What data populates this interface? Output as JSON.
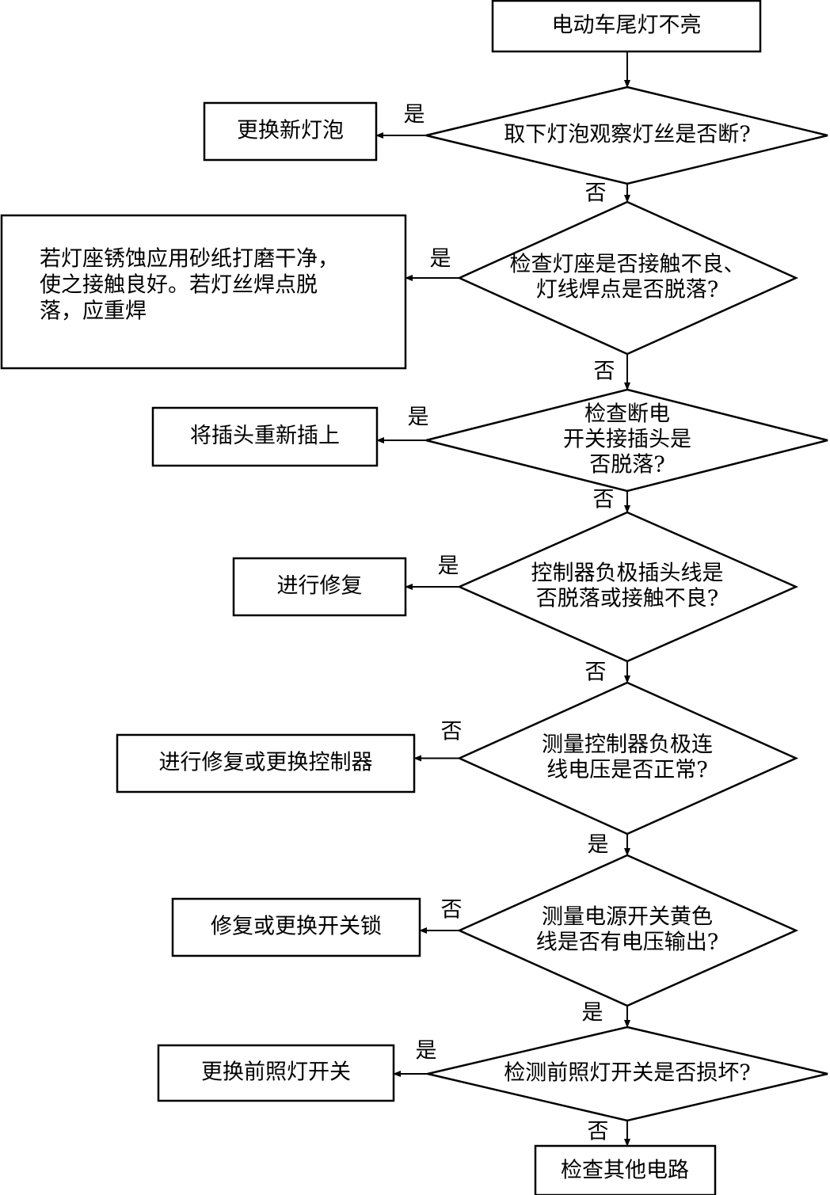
{
  "start": "电动车尾灯不亮",
  "end": "检查其他电路",
  "yes_label": "是",
  "no_label": "否",
  "steps": [
    {
      "question": [
        "取下灯泡观察灯丝是否断?"
      ],
      "branch_label": "是",
      "down_label": "否",
      "action": [
        "更换新灯泡"
      ]
    },
    {
      "question": [
        "检查灯座是否接触不良、",
        "灯线焊点是否脱落?"
      ],
      "branch_label": "是",
      "down_label": "否",
      "action": [
        "若灯座锈蚀应用砂纸打磨干净，",
        "使之接触良好。若灯丝焊点脱",
        "落，应重焊"
      ]
    },
    {
      "question": [
        "检查断电",
        "开关接插头是",
        "否脱落?"
      ],
      "branch_label": "是",
      "down_label": "否",
      "action": [
        "将插头重新插上"
      ]
    },
    {
      "question": [
        "控制器负极插头线是",
        "否脱落或接触不良?"
      ],
      "branch_label": "是",
      "down_label": "否",
      "action": [
        "进行修复"
      ]
    },
    {
      "question": [
        "测量控制器负极连",
        "线电压是否正常?"
      ],
      "branch_label": "否",
      "down_label": "是",
      "action": [
        "进行修复或更换控制器"
      ]
    },
    {
      "question": [
        "测量电源开关黄色",
        "线是否有电压输出?"
      ],
      "branch_label": "否",
      "down_label": "是",
      "action": [
        "修复或更换开关锁"
      ]
    },
    {
      "question": [
        "检测前照灯开关是否损坏?"
      ],
      "branch_label": "是",
      "down_label": "否",
      "action": [
        "更换前照灯开关"
      ]
    }
  ]
}
